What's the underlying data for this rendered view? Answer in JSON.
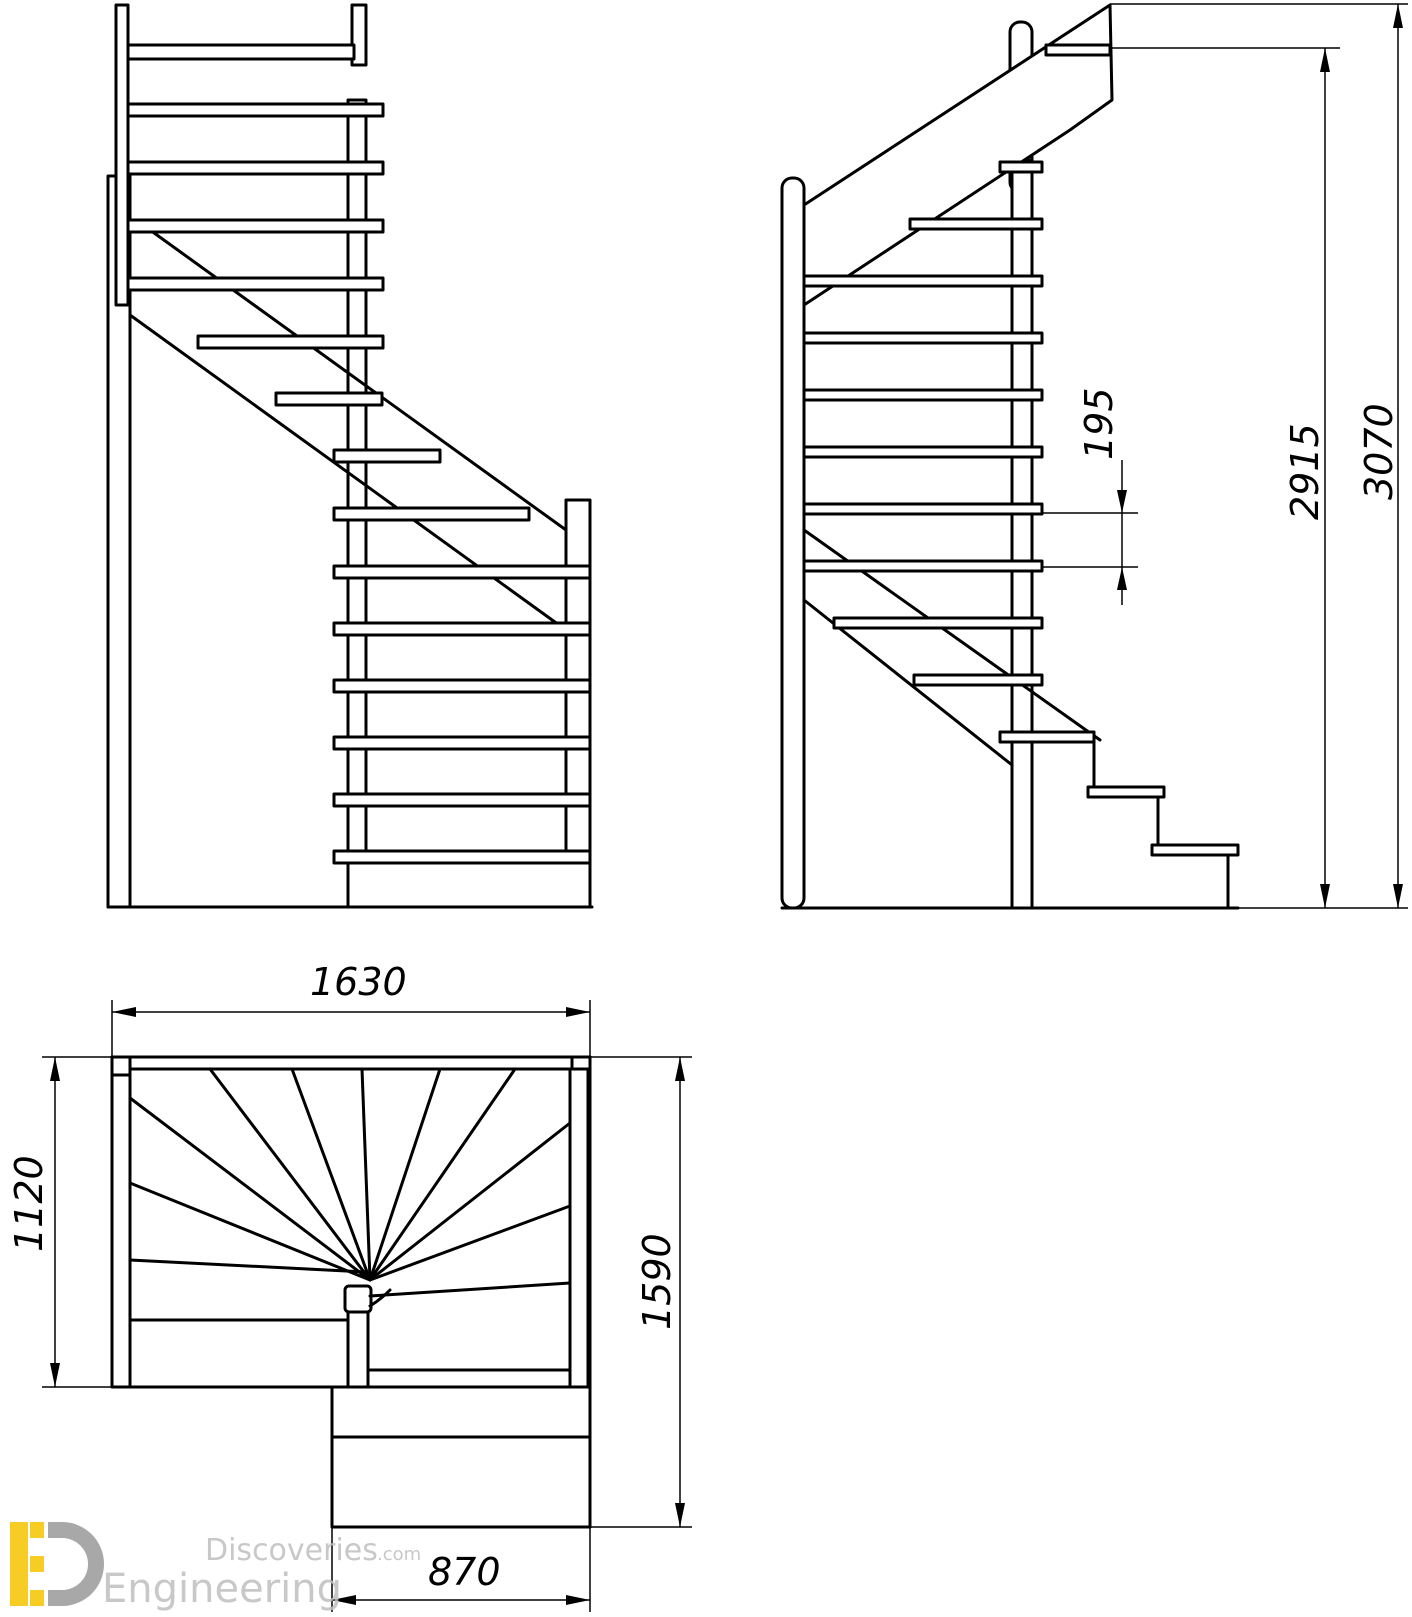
{
  "dimensions": {
    "riser_height": "195",
    "floor_to_landing": "2915",
    "total_height": "3070",
    "plan_width": "1630",
    "plan_depth": "1120",
    "plan_total_depth": "1590",
    "bottom_flight_width": "870"
  },
  "watermark": {
    "line1": "Discoveries",
    "domain": ".com",
    "line2": "Engineering",
    "logo_letters": "ED",
    "logo_color": "#F5C400"
  }
}
